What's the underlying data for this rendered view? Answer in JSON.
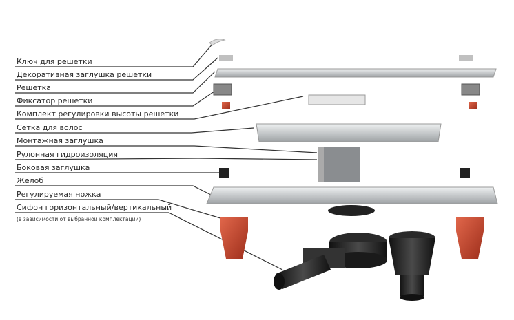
{
  "labels": [
    "Ключ для решетки",
    "Декоративная заглушка решетки",
    "Решетка",
    "Фиксатор решетки",
    "Комплект регулировки высоты решетки",
    "Сетка для волос",
    "Монтажная заглушка",
    "Рулонная гидроизоляция",
    "Боковая заглушка",
    "Желоб",
    "Регулируемая ножка",
    "Сифон горизонтальный/вертикальный"
  ],
  "note": "(в зависимости от выбранной комплектации)",
  "colors": {
    "text": "#2a2a2a",
    "line": "#333333",
    "steel": "#c9cbcd",
    "rubber": "#c0442c",
    "black": "#1e1e1e"
  }
}
